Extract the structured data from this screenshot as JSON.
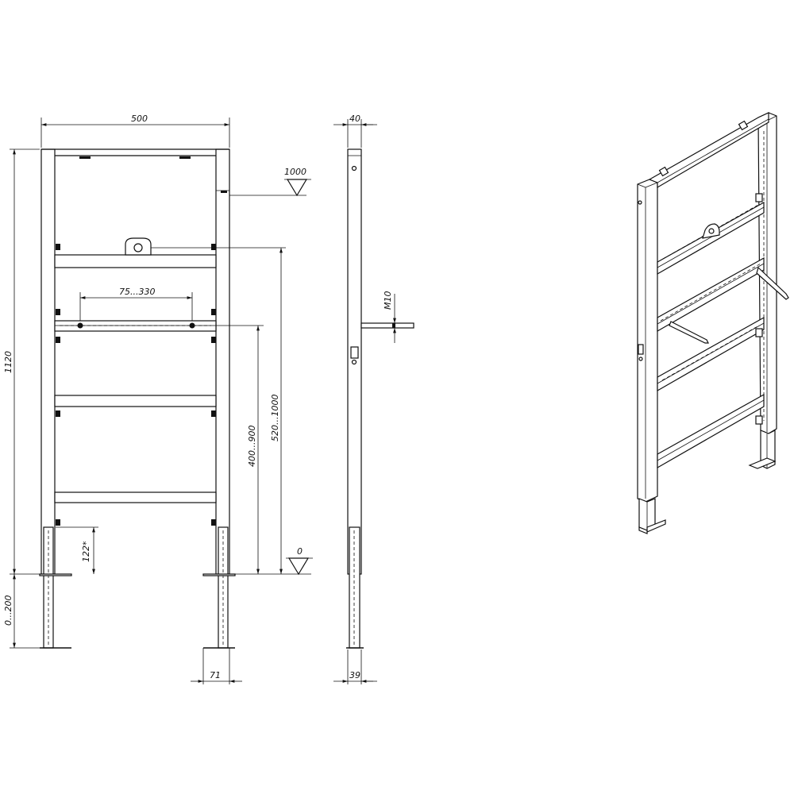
{
  "front_view": {
    "width_dim": "500",
    "height_dim": "1120",
    "level_top": "1000",
    "level_zero": "0",
    "adjust_span": "75...330",
    "rail_range_1": "400...900",
    "rail_range_2": "520...1000",
    "foot_height": "122*",
    "leg_extension": "0...200",
    "leg_width": "71"
  },
  "side_view": {
    "depth_top": "40",
    "depth_bottom": "39",
    "thread": "M10"
  }
}
